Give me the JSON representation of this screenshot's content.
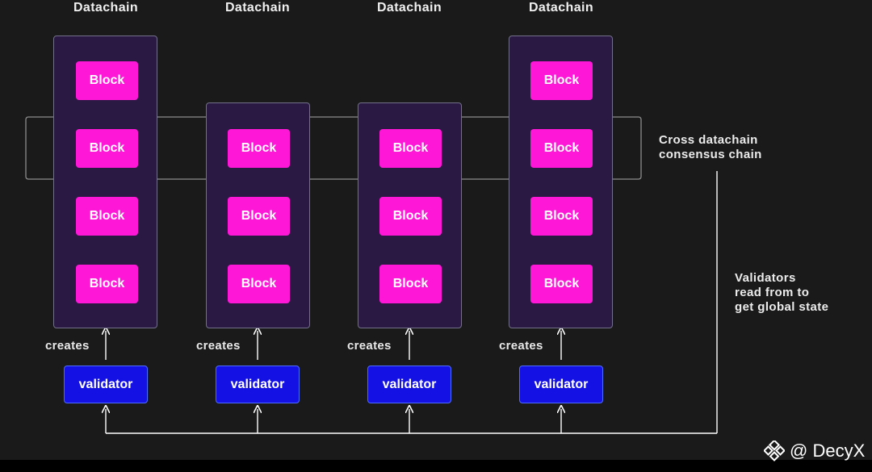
{
  "columns": [
    {
      "title": "Datachain",
      "blocks": [
        "Block",
        "Block",
        "Block",
        "Block"
      ],
      "creates_label": "creates",
      "validator_label": "validator"
    },
    {
      "title": "Datachain",
      "blocks": [
        "Block",
        "Block",
        "Block"
      ],
      "creates_label": "creates",
      "validator_label": "validator"
    },
    {
      "title": "Datachain",
      "blocks": [
        "Block",
        "Block",
        "Block"
      ],
      "creates_label": "creates",
      "validator_label": "validator"
    },
    {
      "title": "Datachain",
      "blocks": [
        "Block",
        "Block",
        "Block",
        "Block"
      ],
      "creates_label": "creates",
      "validator_label": "validator"
    }
  ],
  "consensus_label": "Cross datachain\nconsensus chain",
  "validators_note": "Validators\nread from to\nget global state",
  "watermark": {
    "text": "@ DecyX",
    "icon": "diamond-logo-icon"
  },
  "colors": {
    "background": "#1a1a1a",
    "chain_fill": "#2a1a43",
    "chain_border": "#72708a",
    "block": "#ff17d8",
    "validator": "#1411e5",
    "connector": "#ffffff"
  }
}
